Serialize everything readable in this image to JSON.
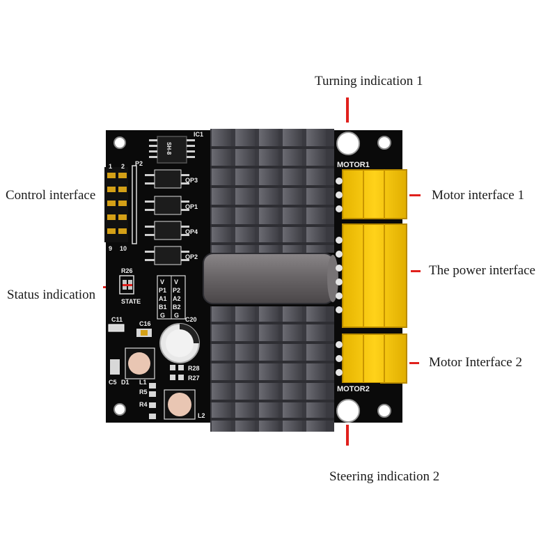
{
  "callouts": {
    "turning_1": "Turning indication 1",
    "control": "Control interface",
    "motor_1": "Motor interface 1",
    "power": "The power interface",
    "status": "Status indication",
    "motor_2": "Motor Interface 2",
    "steering_2": "Steering indication 2"
  },
  "board_labels": {
    "ic1": "IC1",
    "p2": "P2",
    "pin1": "1",
    "pin2": "2",
    "pin9": "9",
    "pin10": "10",
    "op3": "OP3",
    "op1": "OP1",
    "op4": "OP4",
    "op2": "OP2",
    "r26": "R26",
    "state": "STATE",
    "c11": "C11",
    "c16": "C16",
    "c20": "C20",
    "c5": "C5",
    "d1": "D1",
    "l1": "L1",
    "r5": "R5",
    "r4": "R4",
    "r28": "R28",
    "r27": "R27",
    "l2": "L2",
    "motor1": "MOTOR1",
    "motor2": "MOTOR2",
    "chip": "SH-8",
    "pin_table_left": [
      "V",
      "P1",
      "A1",
      "B1",
      "G"
    ],
    "pin_table_right": [
      "V",
      "P2",
      "A2",
      "B2",
      "G"
    ]
  },
  "colors": {
    "board": "#0a0a0a",
    "heatsink": "#5a5a60",
    "terminal": "#f5c400",
    "indicator_line": "#e0201c"
  }
}
